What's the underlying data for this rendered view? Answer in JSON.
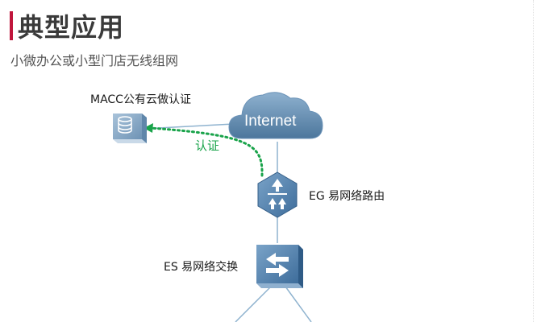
{
  "header": {
    "title": "典型应用",
    "subtitle": "小微办公或小型门店无线组网",
    "accent_color": "#c0163c"
  },
  "diagram": {
    "nodes": {
      "cloud": {
        "label": "Internet",
        "icon": "cloud-icon"
      },
      "macc": {
        "label": "MACC公有云做认证",
        "icon": "server-icon"
      },
      "eg": {
        "label": "EG 易网络路由",
        "icon": "router-icon"
      },
      "es": {
        "label": "ES 易网络交换",
        "icon": "switch-icon"
      }
    },
    "edges": {
      "auth_label": "认证",
      "auth_color": "#19a34a"
    },
    "colors": {
      "cloud": "#5b86ad",
      "device": "#4f7fae",
      "line": "#8fb3cf"
    }
  }
}
